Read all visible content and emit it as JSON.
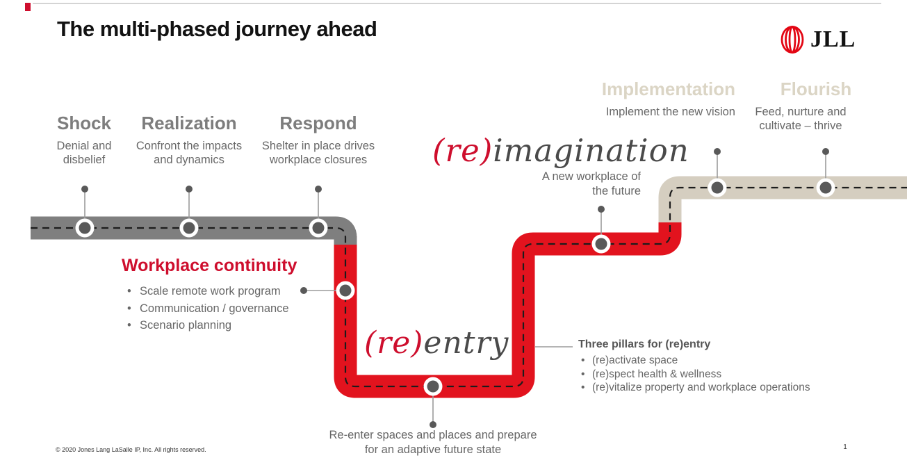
{
  "slide": {
    "title": "The multi-phased journey ahead",
    "logo_text": "JLL",
    "footer": "© 2020 Jones Lang LaSalle IP, Inc. All rights reserved.",
    "page_number": "1"
  },
  "colors": {
    "road_gray": "#7f7f7f",
    "road_red": "#e2131e",
    "road_tan": "#d5cec0",
    "accent_red": "#ce0e2d",
    "dash_black": "#1c1c1c",
    "dot_gray": "#595959",
    "tan_header_text": "#dbd5c5",
    "logo_red": "#e30613"
  },
  "phases": {
    "shock": {
      "title": "Shock",
      "desc": "Denial and disbelief"
    },
    "realization": {
      "title": "Realization",
      "desc": "Confront the impacts and dynamics"
    },
    "respond": {
      "title": "Respond",
      "desc": "Shelter in place drives workplace closures"
    },
    "implementation": {
      "title": "Implementation",
      "desc": "Implement the new vision"
    },
    "flourish": {
      "title": "Flourish",
      "desc": "Feed, nurture and cultivate – thrive"
    }
  },
  "milestones": {
    "reentry": {
      "prefix": "(re)",
      "word": "entry",
      "note": "Re-enter spaces and places and prepare for an adaptive future state"
    },
    "reimagination": {
      "prefix": "(re)",
      "word": "imagination",
      "note": "A new workplace of the future"
    }
  },
  "workplace_continuity": {
    "title": "Workplace continuity",
    "bullets": [
      "Scale remote work program",
      "Communication / governance",
      "Scenario planning"
    ]
  },
  "three_pillars": {
    "title": "Three pillars for (re)entry",
    "bullets": [
      "(re)activate space",
      "(re)spect health & wellness",
      "(re)vitalize property and workplace operations"
    ]
  }
}
